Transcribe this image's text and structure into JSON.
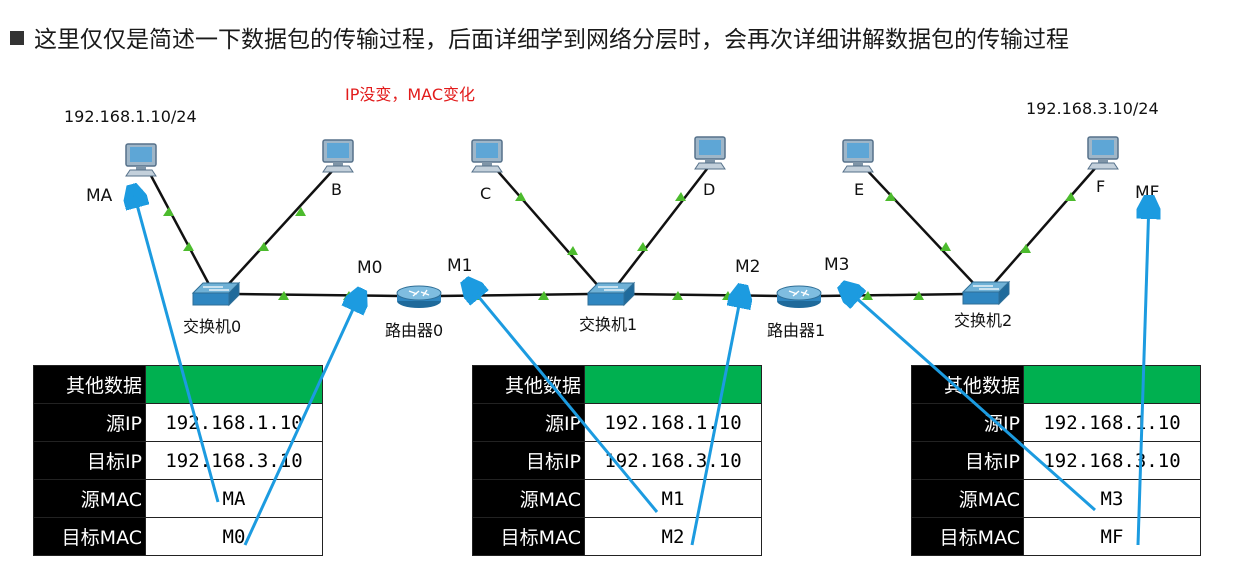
{
  "headline": "这里仅仅是简述一下数据包的传输过程，后面详细学到网络分层时，会再次详细讲解数据包的传输过程",
  "note": "IP没变，MAC变化",
  "hosts": {
    "A": {
      "name": "A",
      "ip": "192.168.1.10/24",
      "mac": "MA"
    },
    "B": {
      "name": "B"
    },
    "C": {
      "name": "C"
    },
    "D": {
      "name": "D"
    },
    "E": {
      "name": "E"
    },
    "F": {
      "name": "F",
      "ip": "192.168.3.10/24",
      "mac": "MF"
    }
  },
  "switches": [
    "交换机0",
    "交换机1",
    "交换机2"
  ],
  "routers": [
    "路由器0",
    "路由器1"
  ],
  "ports": {
    "m0": "M0",
    "m1": "M1",
    "m2": "M2",
    "m3": "M3"
  },
  "packets": [
    {
      "header": "其他数据",
      "rows": [
        {
          "k": "源IP",
          "v": "192.168.1.10"
        },
        {
          "k": "目标IP",
          "v": "192.168.3.10"
        },
        {
          "k": "源MAC",
          "v": "MA"
        },
        {
          "k": "目标MAC",
          "v": "M0"
        }
      ]
    },
    {
      "header": "其他数据",
      "rows": [
        {
          "k": "源IP",
          "v": "192.168.1.10"
        },
        {
          "k": "目标IP",
          "v": "192.168.3.10"
        },
        {
          "k": "源MAC",
          "v": "M1"
        },
        {
          "k": "目标MAC",
          "v": "M2"
        }
      ]
    },
    {
      "header": "其他数据",
      "rows": [
        {
          "k": "源IP",
          "v": "192.168.1.10"
        },
        {
          "k": "目标IP",
          "v": "192.168.3.10"
        },
        {
          "k": "源MAC",
          "v": "M3"
        },
        {
          "k": "目标MAC",
          "v": "MF"
        }
      ]
    }
  ],
  "colors": {
    "link": "#111111",
    "arrow": "#1c9be0",
    "port_ok": "#4cbb2d",
    "header_green": "#00b050",
    "note": "#e21b1b"
  }
}
